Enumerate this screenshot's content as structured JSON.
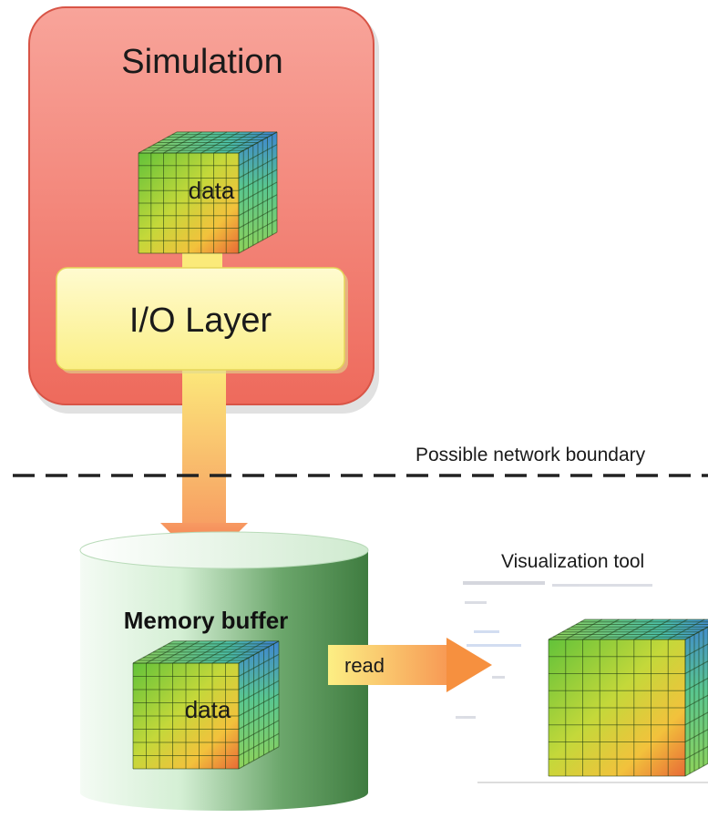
{
  "simulation": {
    "title": "Simulation",
    "data_label": "data"
  },
  "io_layer": {
    "label": "I/O Layer"
  },
  "network_boundary": {
    "label": "Possible network boundary"
  },
  "memory_buffer": {
    "label": "Memory buffer",
    "data_label": "data"
  },
  "read_arrow": {
    "label": "read"
  },
  "visualization_tool": {
    "label": "Visualization tool"
  }
}
